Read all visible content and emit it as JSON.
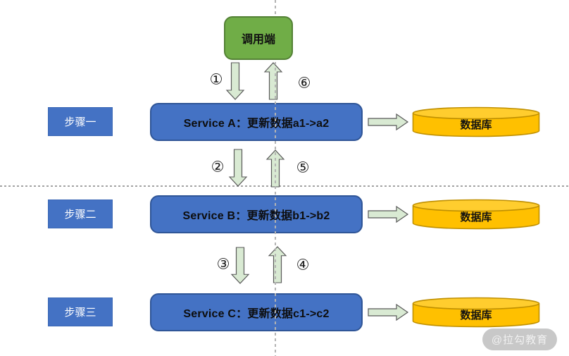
{
  "diagram": {
    "caller_label": "调用端",
    "rows": [
      {
        "step": "步骤一",
        "service": "Service A：更新数据a1->a2",
        "database": "数据库"
      },
      {
        "step": "步骤二",
        "service": "Service B：更新数据b1->b2",
        "database": "数据库"
      },
      {
        "step": "步骤三",
        "service": "Service C：更新数据c1->c2",
        "database": "数据库"
      }
    ],
    "flow_numbers": {
      "n1": "①",
      "n2": "②",
      "n3": "③",
      "n4": "④",
      "n5": "⑤",
      "n6": "⑥"
    },
    "watermark": "@拉勾教育",
    "colors": {
      "service_fill": "#4472C4",
      "service_border": "#2F5597",
      "caller_fill": "#70AD47",
      "caller_border": "#538135",
      "db_fill": "#FFC000",
      "db_top_fill": "#FFCD2E",
      "db_border": "#BF8F00",
      "arrow_fill": "#D9EAD3",
      "arrow_stroke": "#595959",
      "guide_line": "#A6A6A6"
    }
  }
}
